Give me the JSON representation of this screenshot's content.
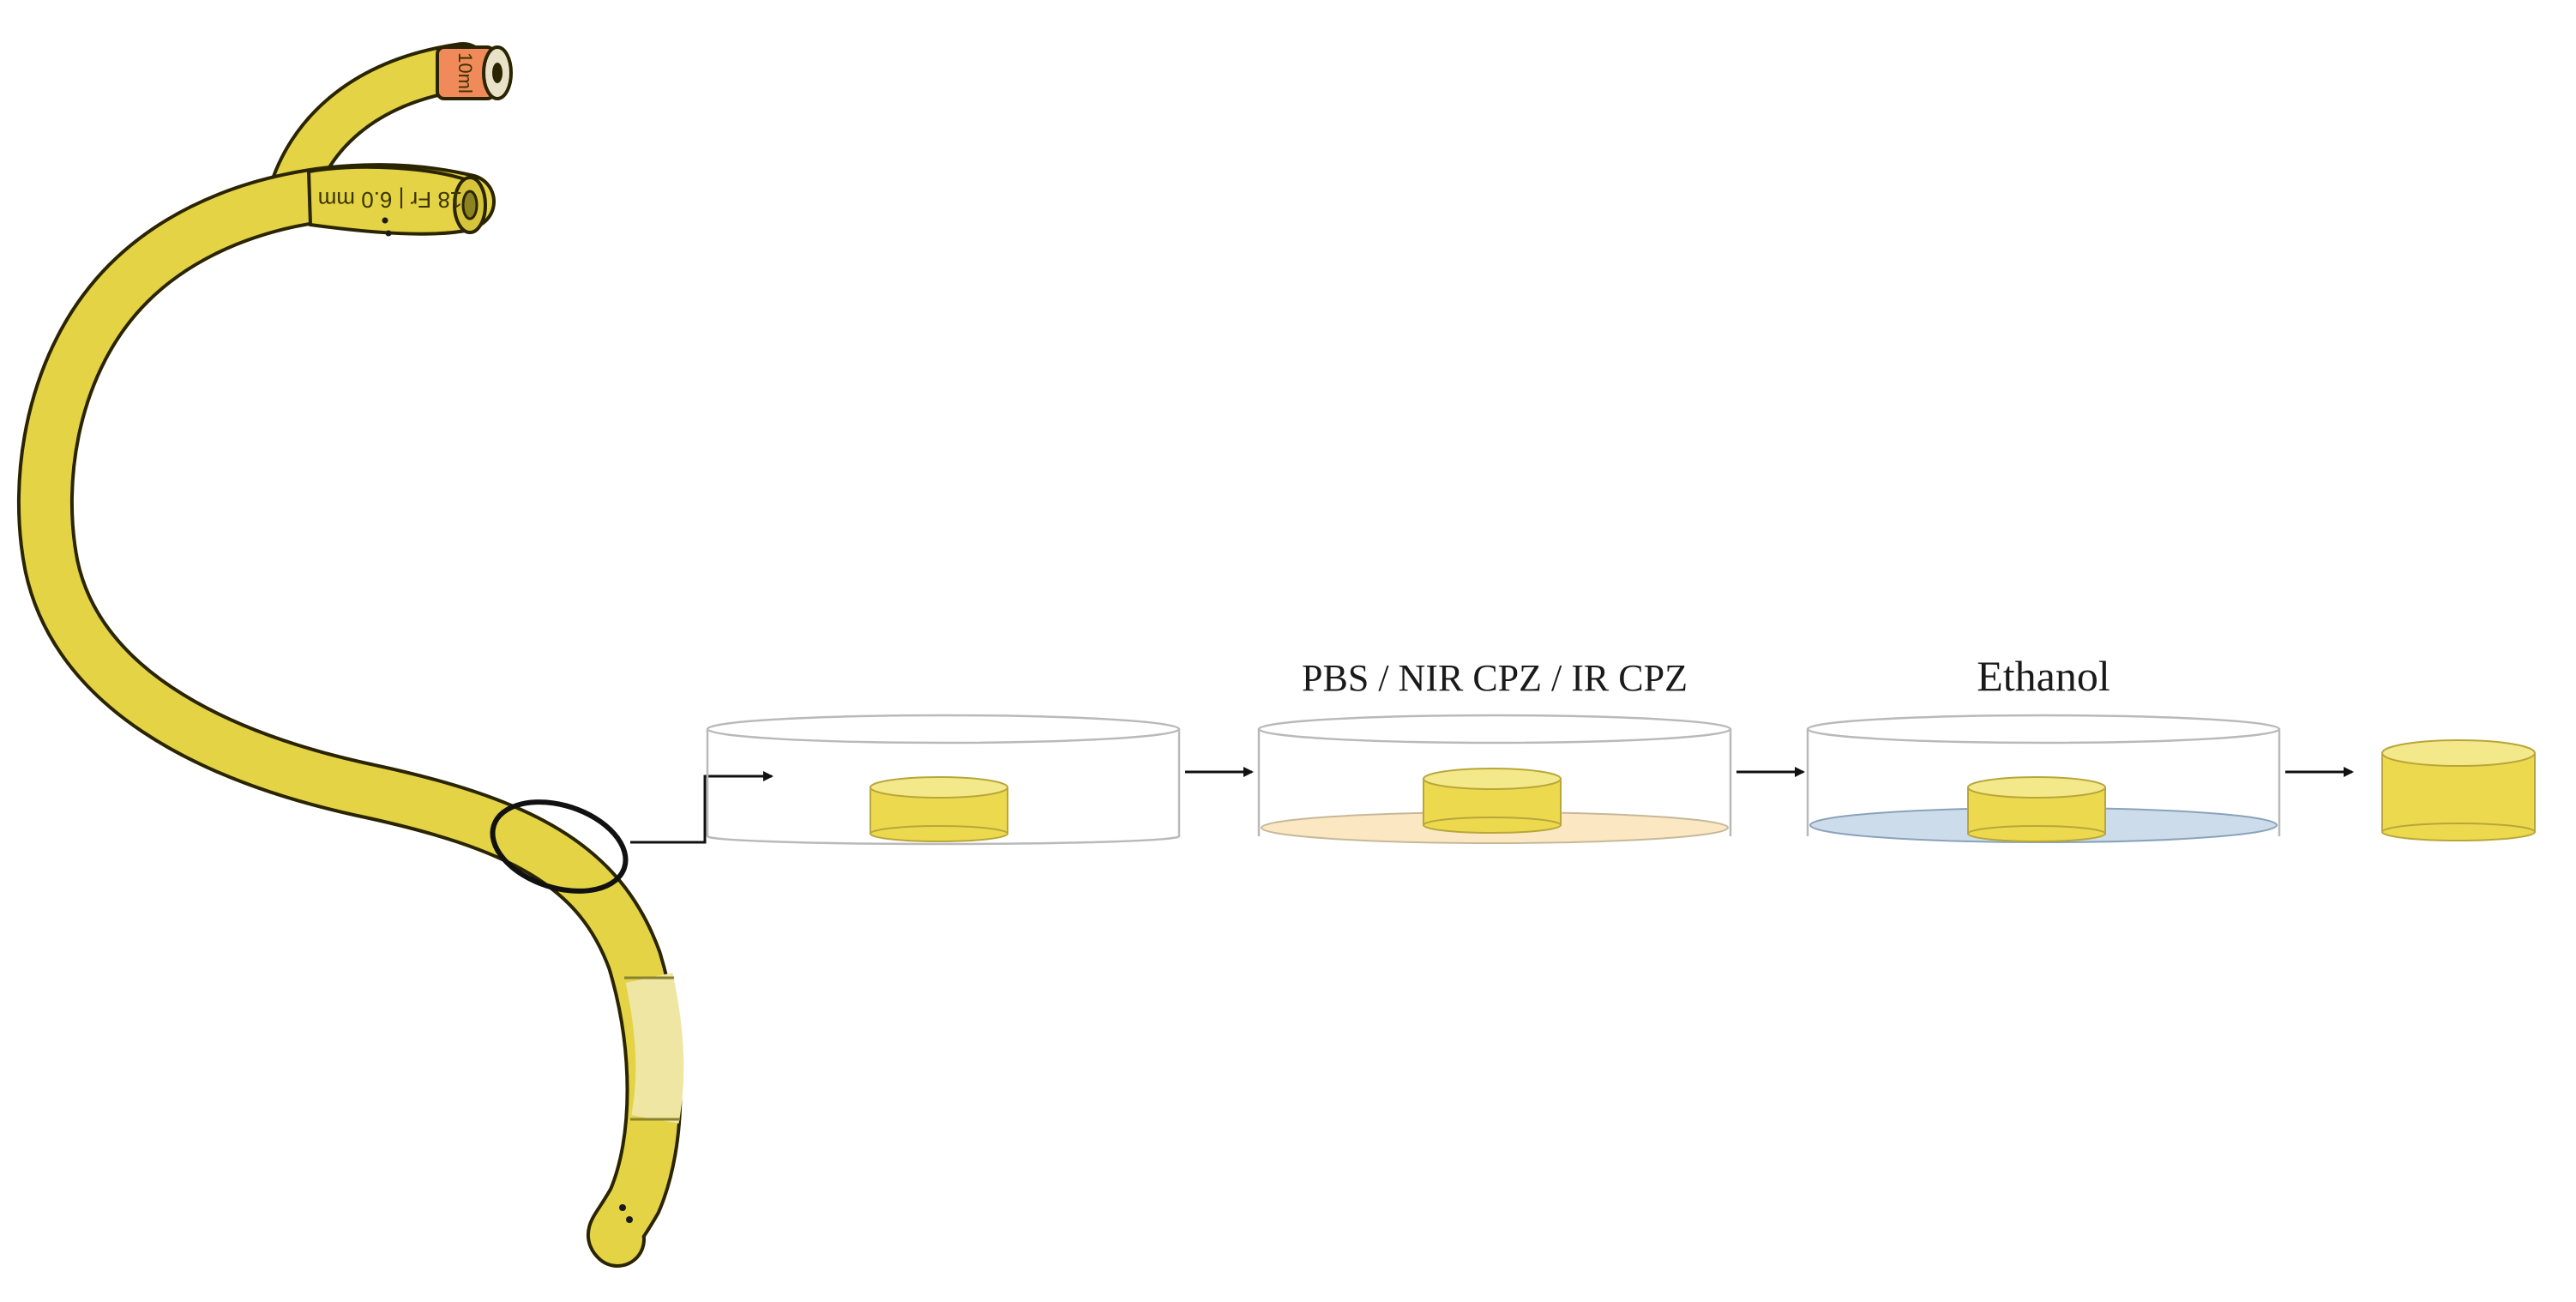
{
  "catheter": {
    "balloon_port_label": "10ml",
    "size_label": "18 Fr | 6.0 mm"
  },
  "steps": [
    {
      "label": ""
    },
    {
      "label": "PBS / NIR CPZ / IR CPZ"
    },
    {
      "label": "Ethanol"
    }
  ],
  "colors": {
    "catheter_fill": "#e3d345",
    "catheter_outline": "#2a2400",
    "balloon_port": "#f08a5a",
    "sample_fill": "#ecd94e",
    "sample_top": "#f4e98a",
    "pbs_solution": "#fbe7c2",
    "ethanol_solution": "#cddceb",
    "dish_outline": "#b9b9b9",
    "arrow": "#111111",
    "highlight_ellipse": "#111111"
  }
}
